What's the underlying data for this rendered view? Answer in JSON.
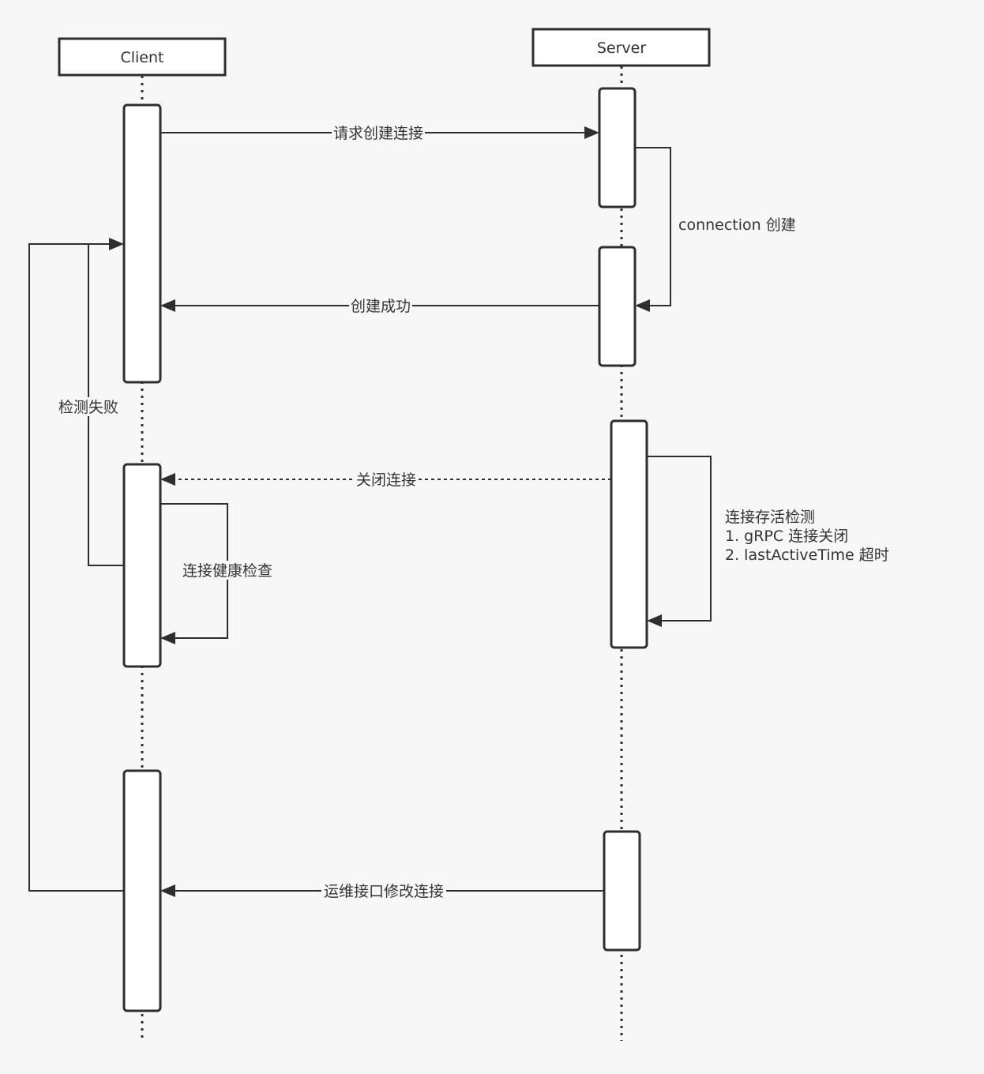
{
  "participants": {
    "client": "Client",
    "server": "Server"
  },
  "messages": {
    "request_create": "请求创建连接",
    "connection_create": "connection 创建",
    "create_success": "创建成功",
    "detect_failed": "检测失败",
    "close_connection": "关闭连接",
    "health_check": "连接健康检查",
    "keepalive_title": "连接存活检测",
    "keepalive_item_1": "1. gRPC 连接关闭",
    "keepalive_item_2": "2. lastActiveTime 超时",
    "ops_modify": "运维接口修改连接"
  },
  "colors": {
    "stroke": "#2e2e2e",
    "background": "#f7f7f7",
    "box_fill": "#ffffff",
    "text": "#333333"
  }
}
